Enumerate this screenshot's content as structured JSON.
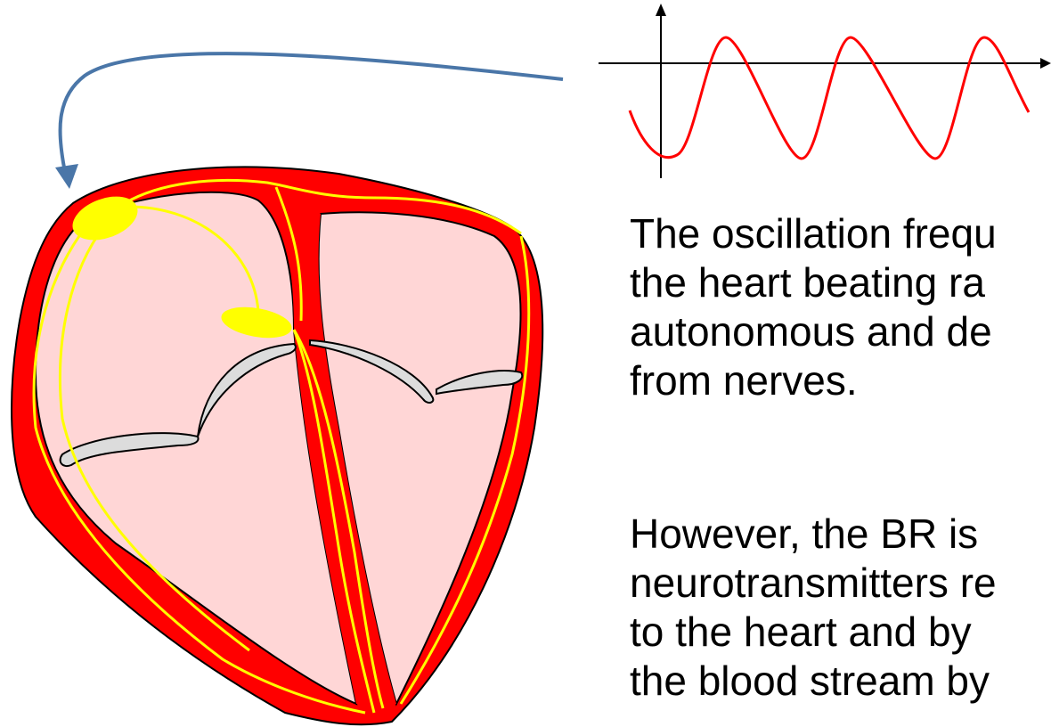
{
  "colors": {
    "myocardium": "#ff0000",
    "chamber": "#ffd6d6",
    "conduction": "#ffff00",
    "valve": "#dcdcdc",
    "outline": "#000000",
    "arrow": "#4a76a8",
    "oscillation": "#ff0000"
  },
  "diagram": {
    "icons": [
      "heart-icon",
      "sinoatrial-node-icon",
      "atrioventricular-node-icon",
      "curved-arrow-icon",
      "oscillation-graph-icon"
    ]
  },
  "text": {
    "paragraph_1": [
      "The oscillation frequ",
      "the heart beating ra",
      "autonomous and de",
      "from nerves."
    ],
    "paragraph_2": [
      "However, the BR is",
      "neurotransmitters re",
      "to the heart and by",
      "the blood stream by"
    ]
  }
}
